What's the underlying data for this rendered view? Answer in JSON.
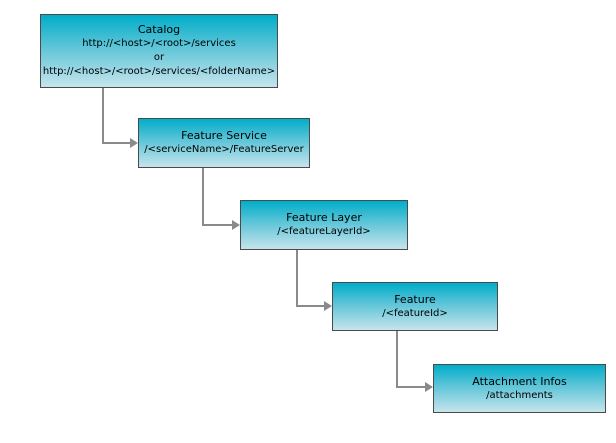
{
  "diagram": {
    "nodes": [
      {
        "id": "catalog",
        "title": "Catalog",
        "lines": [
          "http://<host>/<root>/services",
          "or",
          "http://<host>/<root>/services/<folderName>"
        ]
      },
      {
        "id": "feature-service",
        "title": "Feature Service",
        "lines": [
          "/<serviceName>/FeatureServer"
        ]
      },
      {
        "id": "feature-layer",
        "title": "Feature Layer",
        "lines": [
          "/<featureLayerId>"
        ]
      },
      {
        "id": "feature",
        "title": "Feature",
        "lines": [
          "/<featureId>"
        ]
      },
      {
        "id": "attachment-infos",
        "title": "Attachment Infos",
        "lines": [
          "/attachments"
        ]
      }
    ],
    "colors": {
      "box_gradient_top": "#00ADC9",
      "box_gradient_bottom": "#C6E4EC",
      "box_border": "#4A4A4A",
      "connector": "#8A8A8A",
      "text": "#000000",
      "background": "#FFFFFF"
    }
  }
}
